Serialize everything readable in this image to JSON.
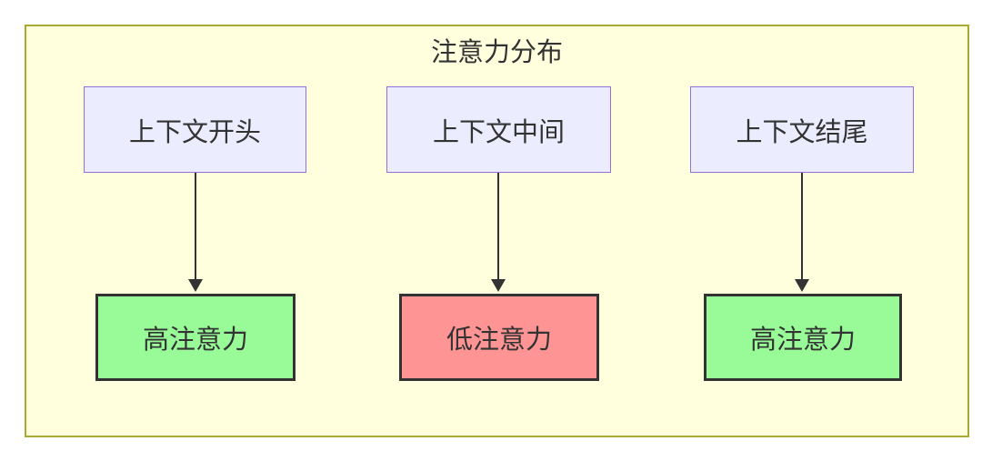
{
  "diagram": {
    "title": "注意力分布",
    "type": "flowchart",
    "columns": [
      {
        "source": "上下文开头",
        "target": "高注意力",
        "level": "high"
      },
      {
        "source": "上下文中间",
        "target": "低注意力",
        "level": "low"
      },
      {
        "source": "上下文结尾",
        "target": "高注意力",
        "level": "high"
      }
    ],
    "edges": [
      {
        "from": "上下文开头",
        "to": "高注意力"
      },
      {
        "from": "上下文中间",
        "to": "低注意力"
      },
      {
        "from": "上下文结尾",
        "to": "高注意力"
      }
    ],
    "colors": {
      "canvas_fill": "#FFFFDE",
      "canvas_border": "#AAAA33",
      "source_fill": "#ECECFF",
      "source_border": "#9370DB",
      "high_attention_fill": "#98FB98",
      "low_attention_fill": "#FF9494",
      "target_border": "#333333",
      "arrow": "#333333",
      "text": "#333333"
    }
  }
}
